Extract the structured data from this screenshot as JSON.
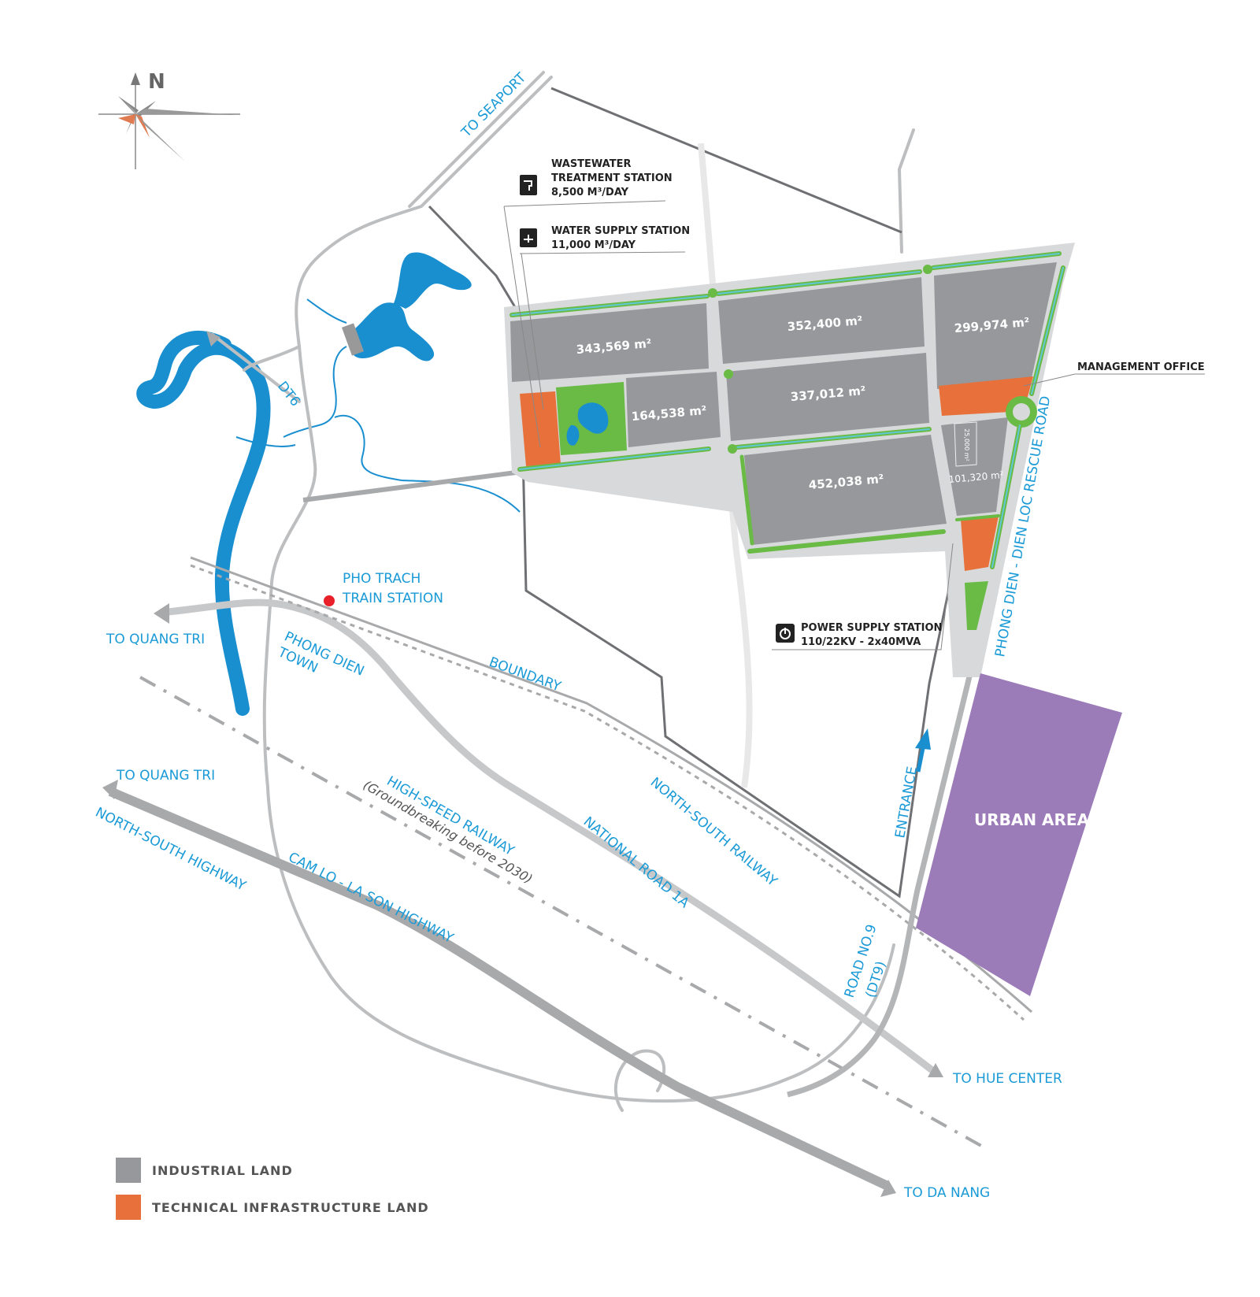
{
  "compass": {
    "label": "N"
  },
  "roads": {
    "to_seaport": "TO SEAPORT",
    "dt6": "DT6",
    "to_quang_tri_1": "TO QUANG TRI",
    "to_quang_tri_2": "TO QUANG TRI",
    "phong_dien_town_1": "PHONG DIEN",
    "phong_dien_town_2": "TOWN",
    "boundary": "BOUNDARY",
    "high_speed_railway": "HIGH-SPEED RAILWAY",
    "high_speed_note": "(Groundbreaking before 2030)",
    "north_south_highway": "NORTH-SOUTH HIGHWAY",
    "cam_lo_la_son": "CAM LO - LA SON HIGHWAY",
    "national_road": "NATIONAL ROAD 1A",
    "north_south_railway": "NORTH-SOUTH RAILWAY",
    "road_no9_1": "ROAD NO.9",
    "road_no9_2": "(DT9)",
    "rescue_road": "PHONG DIEN - DIEN LOC RESCUE ROAD",
    "entrance": "ENTRANCE",
    "to_hue_center": "TO HUE CENTER",
    "to_da_nang": "TO DA NANG"
  },
  "station": {
    "name_1": "PHO TRACH",
    "name_2": "TRAIN STATION"
  },
  "facilities": {
    "wastewater_1": "WASTEWATER",
    "wastewater_2": "TREATMENT STATION",
    "wastewater_3": "8,500 M³/DAY",
    "water_supply_1": "WATER SUPPLY STATION",
    "water_supply_2": "11,000 M³/DAY",
    "power_1": "POWER SUPPLY STATION",
    "power_2": "110/22KV - 2x40MVA",
    "management": "MANAGEMENT OFFICE"
  },
  "plots": {
    "p1": "343,569 m²",
    "p2": "352,400 m²",
    "p3": "299,974 m²",
    "p4": "164,538 m²",
    "p5": "337,012 m²",
    "p6": "452,038 m²",
    "p7": "101,320 m²",
    "p8": "25,000 m²"
  },
  "urban_area": "URBAN AREA",
  "legend": {
    "industrial": "INDUSTRIAL LAND",
    "technical": "TECHNICAL INFRASTRUCTURE LAND"
  },
  "colors": {
    "industrial": "#96989b",
    "technical": "#e8703a",
    "green": "#69bb46",
    "water": "#1a8fd0",
    "urban": "#9b7bb8",
    "road": "#b8b9bb",
    "label_blue": "#1a9ad6"
  }
}
